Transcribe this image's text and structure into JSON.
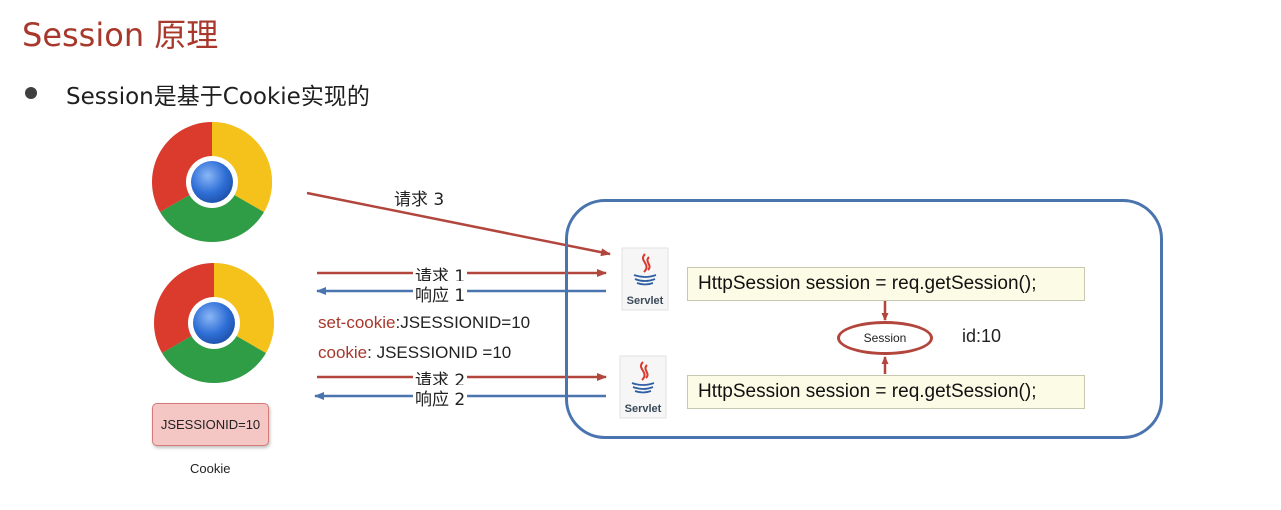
{
  "slide": {
    "title": "Session 原理",
    "bullet": "Session是基于Cookie实现的"
  },
  "browser": {
    "icon": "chrome-icon",
    "cookie_chip": "JSESSIONID=10",
    "cookie_caption": "Cookie"
  },
  "arrows": {
    "request3": "请求 3",
    "request1": "请求 1",
    "response1": "响应 1",
    "request2": "请求 2",
    "response2": "响应 2"
  },
  "headers": {
    "set_cookie_key": "set-cookie",
    "set_cookie_value": ":JSESSIONID=10",
    "cookie_key": "cookie",
    "cookie_value": ": JSESSIONID =10"
  },
  "server": {
    "servlet_label": "Servlet",
    "code_line_top": "HttpSession session = req.getSession();",
    "code_line_bottom": "HttpSession session = req.getSession();",
    "session_label": "Session",
    "session_id": "id:10"
  },
  "colors": {
    "title_red": "#a8382c",
    "arrow_red": "#b2453c",
    "arrow_blue": "#4a74ae"
  }
}
